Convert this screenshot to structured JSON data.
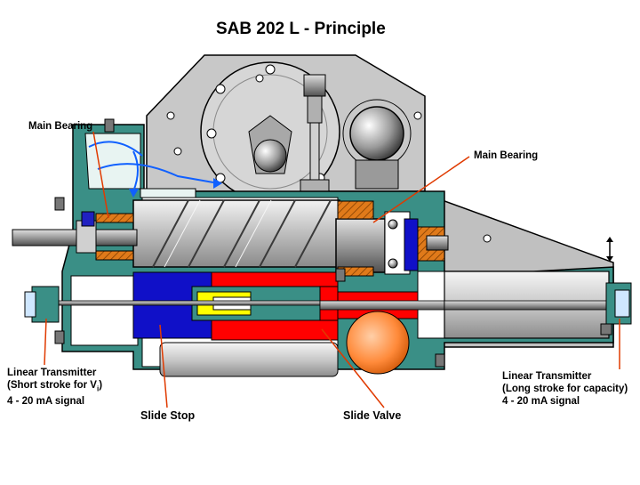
{
  "title": "SAB 202 L - Principle",
  "labels": {
    "main_bearing_left": "Main Bearing",
    "main_bearing_right": "Main Bearing",
    "lt_left_line1": "Linear Transmitter",
    "lt_left_line2_prefix": "(Short  stroke for V",
    "lt_left_line2_sub": "i",
    "lt_left_line2_suffix": ")",
    "lt_left_line3": "4 - 20 mA signal",
    "lt_right_line1": "Linear Transmitter",
    "lt_right_line2": "(Long stroke for capacity)",
    "lt_right_line3": "4 - 20 mA signal",
    "slide_stop": "Slide Stop",
    "slide_valve": "Slide Valve"
  },
  "colors": {
    "casing_teal": "#3a8f86",
    "housing_grey": "#c8c8c8",
    "slide_red": "#ff0000",
    "slide_stop_blue": "#1010c8",
    "yellow_part": "#ffff00",
    "bearing_orange": "#e07a1a",
    "leader_line": "#e03a00",
    "oil_arrow": "#1060ff"
  }
}
